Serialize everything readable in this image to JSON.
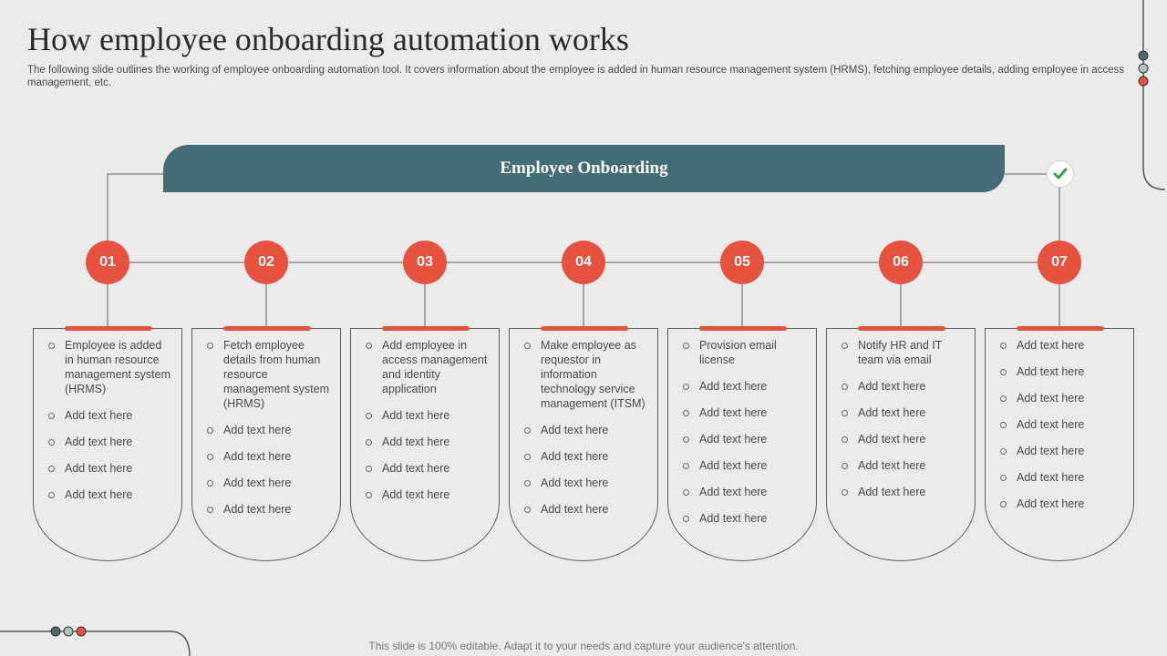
{
  "slide": {
    "title": "How employee onboarding automation works",
    "subtitle": "The following slide outlines the working of employee onboarding automation tool. It covers information about the employee is added in human resource management system (HRMS), fetching employee details, adding employee in access management, etc.",
    "banner_label": "Employee Onboarding",
    "footer": "This slide is 100% editable. Adapt it to your needs and capture your audience's attention."
  },
  "colors": {
    "accent": "#e5533f",
    "banner": "#426d74",
    "background": "#ebebeb",
    "check": "#2e9e4f",
    "dot_teal": "#4b6b70",
    "dot_light": "#a9c3c0",
    "dot_red": "#e5533f"
  },
  "icons": {
    "completion": "check-icon"
  },
  "steps": [
    {
      "number": "01",
      "items": [
        "Employee is added in human resource management system (HRMS)",
        "Add text here",
        "Add text here",
        "Add text here",
        "Add text here"
      ]
    },
    {
      "number": "02",
      "items": [
        "Fetch employee details from human resource management system (HRMS)",
        "Add text here",
        "Add text here",
        "Add text here",
        "Add text here"
      ]
    },
    {
      "number": "03",
      "items": [
        "Add employee in access management and identity application",
        "Add text here",
        "Add text here",
        "Add text here",
        "Add text here"
      ]
    },
    {
      "number": "04",
      "items": [
        "Make employee as requestor in information technology service management (ITSM)",
        "Add text here",
        "Add text here",
        "Add text here",
        "Add text here"
      ]
    },
    {
      "number": "05",
      "items": [
        "Provision email license",
        "Add text here",
        "Add text here",
        "Add text here",
        "Add text here",
        "Add text here",
        "Add text here"
      ]
    },
    {
      "number": "06",
      "items": [
        "Notify HR and IT team via email",
        "Add text here",
        "Add text here",
        "Add text here",
        "Add text here",
        "Add text here"
      ]
    },
    {
      "number": "07",
      "items": [
        "Add text here",
        "Add text here",
        "Add text here",
        "Add text here",
        "Add text here",
        "Add text here",
        "Add text here"
      ]
    }
  ]
}
